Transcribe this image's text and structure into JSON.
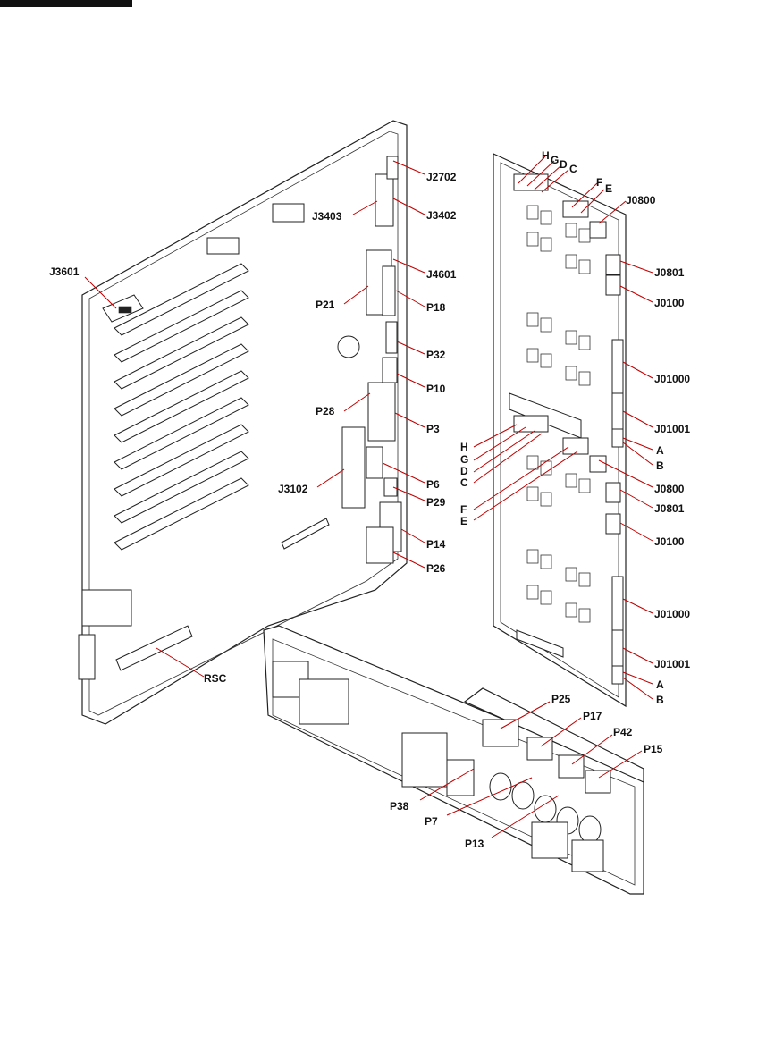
{
  "labels": {
    "j2702": "J2702",
    "j3403": "J3403",
    "j3402": "J3402",
    "j3601": "J3601",
    "j4601": "J4601",
    "p21": "P21",
    "p18": "P18",
    "p32": "P32",
    "p10": "P10",
    "p28": "P28",
    "p3": "P3",
    "j3102": "J3102",
    "p6": "P6",
    "p29": "P29",
    "p14": "P14",
    "p26": "P26",
    "rsc": "RSC",
    "b1_h": "H",
    "b1_g": "G",
    "b1_d": "D",
    "b1_c": "C",
    "b1_f": "F",
    "b1_e": "E",
    "b1_j0800": "J0800",
    "b1_j0801": "J0801",
    "b1_j0100": "J0100",
    "b1_j01000": "J01000",
    "b1_j01001": "J01001",
    "b1_a": "A",
    "b1_b": "B",
    "b2_h": "H",
    "b2_g": "G",
    "b2_d": "D",
    "b2_c": "C",
    "b2_f": "F",
    "b2_e": "E",
    "b2_j0800": "J0800",
    "b2_j0801": "J0801",
    "b2_j0100": "J0100",
    "b2_j01000": "J01000",
    "b2_j01001": "J01001",
    "b2_a": "A",
    "b2_b": "B",
    "p25": "P25",
    "p17": "P17",
    "p42": "P42",
    "p15": "P15",
    "p38": "P38",
    "p7": "P7",
    "p13": "P13"
  },
  "colors": {
    "leader": "#c00000",
    "line": "#222222",
    "label": "#111111"
  }
}
